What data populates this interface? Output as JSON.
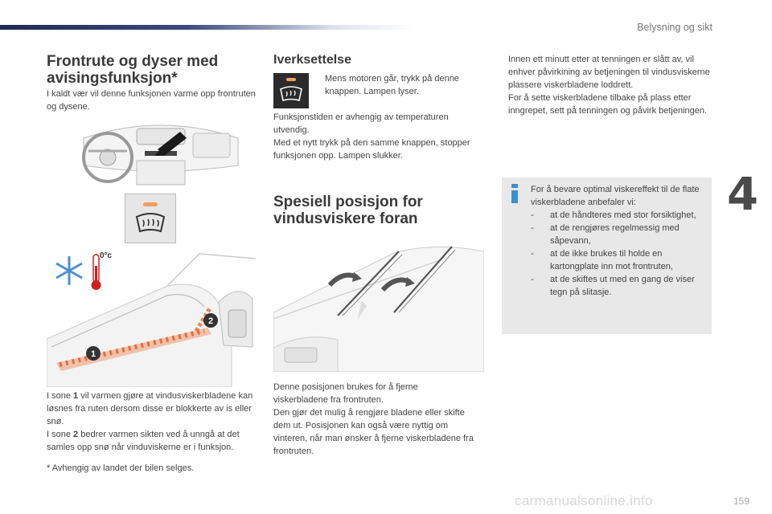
{
  "header": {
    "section": "Belysning og sikt",
    "chapter": "4",
    "page": "159",
    "watermark": "carmanualsonline.info"
  },
  "left": {
    "title_line1": "Frontrute og dyser med",
    "title_line2": "avisingsfunksjon*",
    "intro": "I kaldt vær vil denne funksjonen varme opp frontruten og dysene.",
    "thermo_label": "0°c",
    "zone1_a": "I sone ",
    "zone1_num": "1",
    "zone1_b": " vil varmen gjøre at vindusviskerbladene kan løsnes fra ruten dersom disse er blokkerte av is eller snø.",
    "zone2_a": "I sone ",
    "zone2_num": "2",
    "zone2_b": " bedrer varmen sikten ved å unngå at det samles opp snø når vinduviskerne er i funksjon.",
    "footnote": "* Avhengig av landet der bilen selges.",
    "marker1": "1",
    "marker2": "2"
  },
  "middle": {
    "title": "Iverksettelse",
    "bullet": "Mens motoren går, trykk på denne knappen. Lampen lyser.",
    "p1": "Funksjonstiden er avhengig av temperaturen utvendig.",
    "p2": "Med et nytt trykk på den samme knappen, stopper funksjonen opp. Lampen slukker.",
    "title2_line1": "Spesiell posisjon for",
    "title2_line2": "vindusviskere foran",
    "p3": "Denne posisjonen brukes for å fjerne viskerbladene fra frontruten.",
    "p4": "Den gjør det mulig å rengjøre bladene eller skifte dem ut. Posisjonen kan også være nyttig om vinteren, når man ønsker å fjerne viskerbladene fra frontruten."
  },
  "right": {
    "bullet1": "Innen ett minutt etter at tenningen er slått av, vil enhver påvirkining av betjeningen til vindusviskerne plassere viskerbladene loddrett.",
    "bullet2": "For å sette viskerbladene tilbake på plass etter inngrepet, sett på tenningen og påvirk betjeningen.",
    "info_intro": "For å bevare optimal viskereffekt til de flate viskerbladene anbefaler vi:",
    "info_items": [
      "at de håndteres med stor forsiktighet,",
      "at de rengjøres regelmessig med såpevann,",
      "at de ikke brukes til holde en kartongplate inn mot frontruten,",
      "at de skiftes ut med en gang de viser tegn på slitasje."
    ]
  },
  "symbols": {
    "bullet": "",
    "dash": "-"
  },
  "colors": {
    "accent": "#1f2a52",
    "heat": "#e8662a",
    "lamp": "#f0a060",
    "info_icon": "#3a8fd0",
    "snow": "#4a90d0",
    "thermo": "#d02020"
  }
}
